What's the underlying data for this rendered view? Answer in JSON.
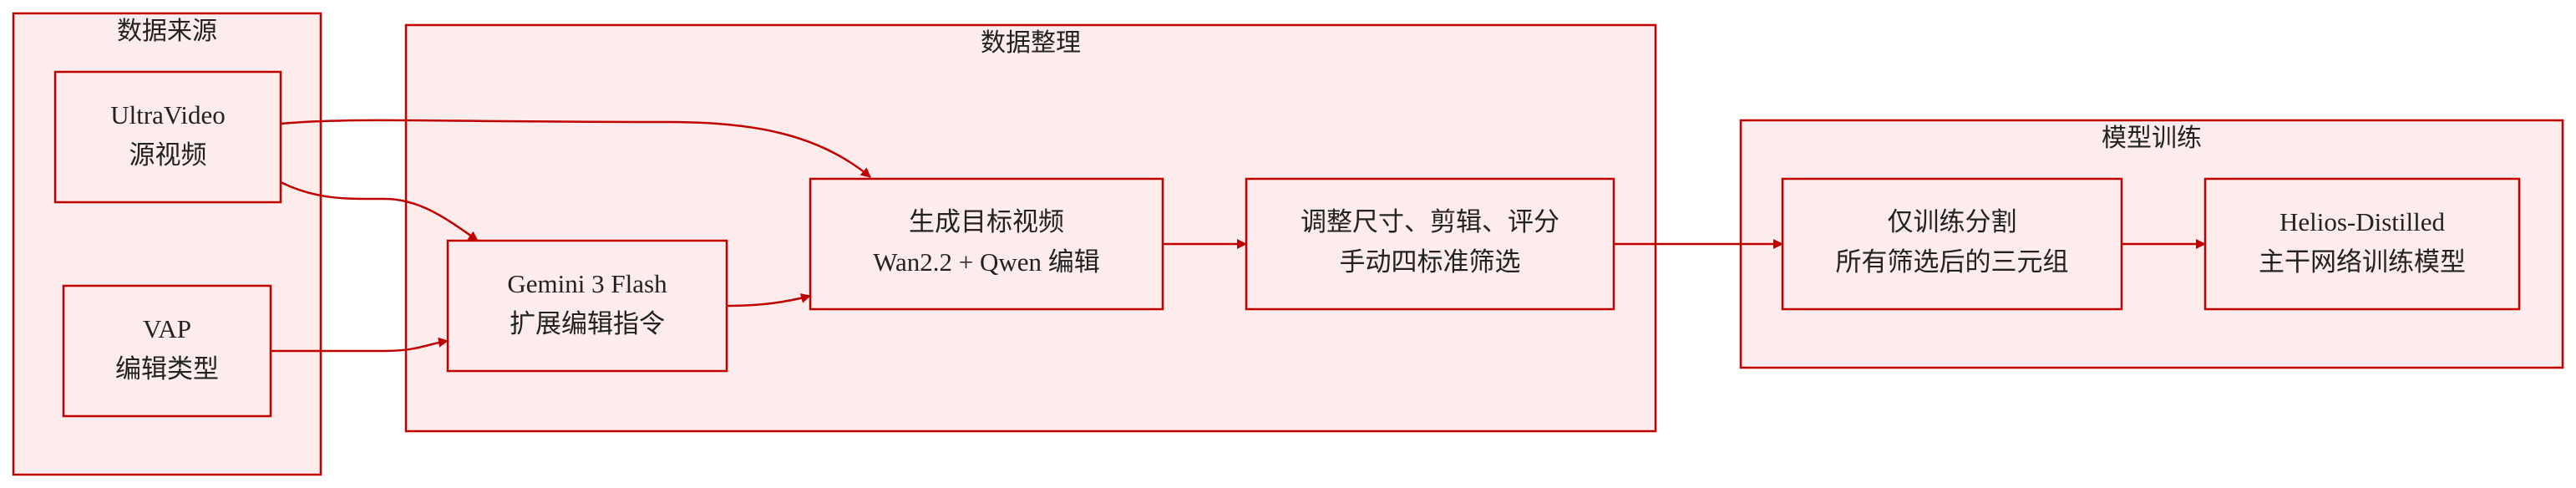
{
  "groups": {
    "data_source": {
      "title": "数据来源"
    },
    "data_processing": {
      "title": "数据整理"
    },
    "model_training": {
      "title": "模型训练"
    }
  },
  "nodes": {
    "ultravideo": {
      "line1": "UltraVideo",
      "line2": "源视频"
    },
    "vap": {
      "line1": "VAP",
      "line2": "编辑类型"
    },
    "gemini": {
      "line1": "Gemini 3 Flash",
      "line2": "扩展编辑指令"
    },
    "generate": {
      "line1": "生成目标视频",
      "line2": "Wan2.2 + Qwen 编辑"
    },
    "adjust": {
      "line1": "调整尺寸、剪辑、评分",
      "line2": "手动四标准筛选"
    },
    "train_split": {
      "line1": "仅训练分割",
      "line2": "所有筛选后的三元组"
    },
    "helios": {
      "line1": "Helios-Distilled",
      "line2": "主干网络训练模型"
    }
  },
  "colors": {
    "stroke": "#c00000",
    "fill": "#fcecec",
    "text": "#222222"
  }
}
